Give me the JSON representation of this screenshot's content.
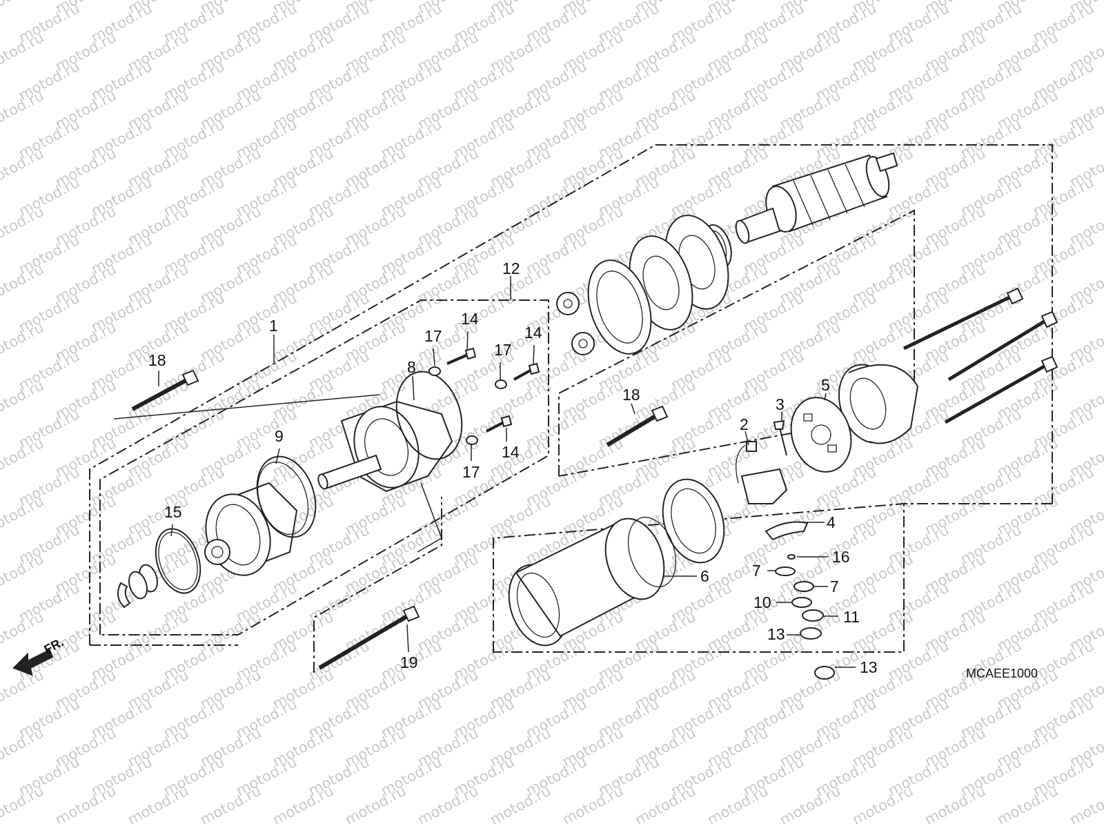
{
  "watermark": {
    "text": "motod.ru"
  },
  "diagram": {
    "code": "MCAEE1000",
    "front_label": "FR.",
    "callouts": [
      {
        "id": "c1",
        "label": "1"
      },
      {
        "id": "c2",
        "label": "2"
      },
      {
        "id": "c3",
        "label": "3"
      },
      {
        "id": "c4",
        "label": "4"
      },
      {
        "id": "c5",
        "label": "5"
      },
      {
        "id": "c6",
        "label": "6"
      },
      {
        "id": "c7a",
        "label": "7"
      },
      {
        "id": "c7b",
        "label": "7"
      },
      {
        "id": "c8",
        "label": "8"
      },
      {
        "id": "c9",
        "label": "9"
      },
      {
        "id": "c10",
        "label": "10"
      },
      {
        "id": "c11",
        "label": "11"
      },
      {
        "id": "c12",
        "label": "12"
      },
      {
        "id": "c13a",
        "label": "13"
      },
      {
        "id": "c13b",
        "label": "13"
      },
      {
        "id": "c14a",
        "label": "14"
      },
      {
        "id": "c14b",
        "label": "14"
      },
      {
        "id": "c14c",
        "label": "14"
      },
      {
        "id": "c15",
        "label": "15"
      },
      {
        "id": "c16",
        "label": "16"
      },
      {
        "id": "c17a",
        "label": "17"
      },
      {
        "id": "c17b",
        "label": "17"
      },
      {
        "id": "c17c",
        "label": "17"
      },
      {
        "id": "c18a",
        "label": "18"
      },
      {
        "id": "c18b",
        "label": "18"
      },
      {
        "id": "c19",
        "label": "19"
      }
    ]
  }
}
